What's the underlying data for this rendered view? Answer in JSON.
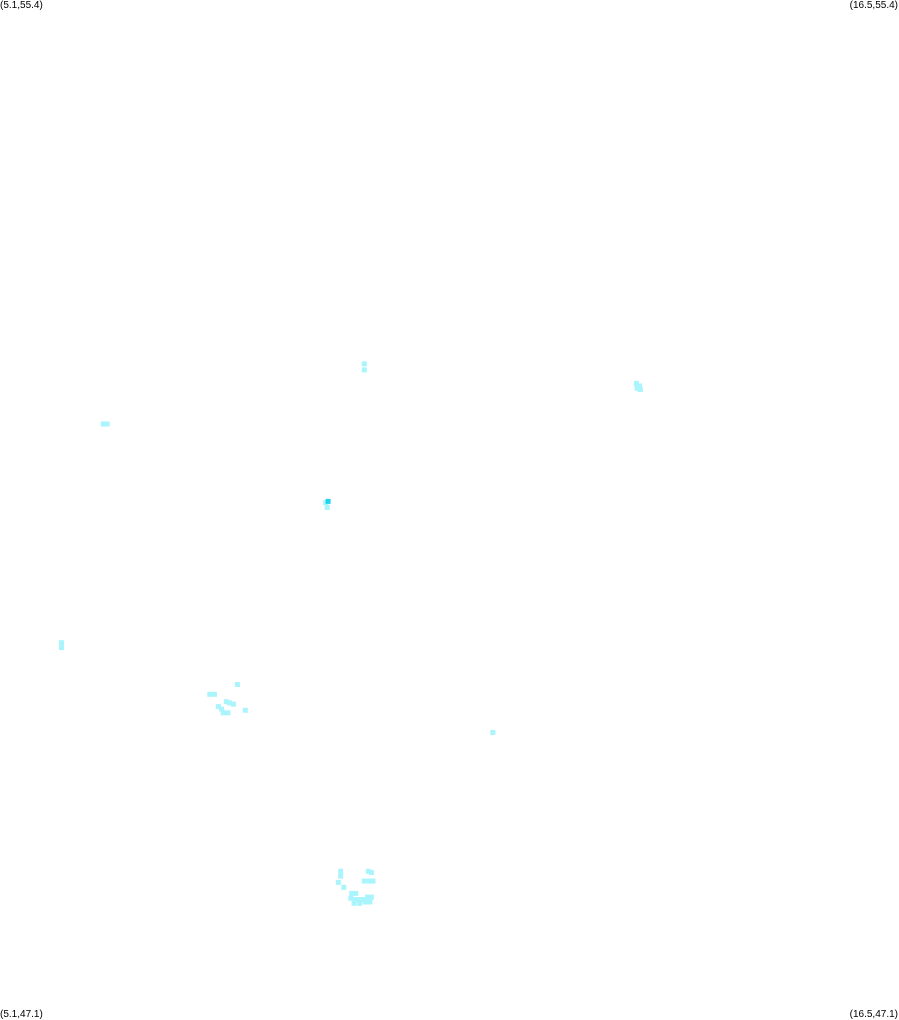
{
  "corners": {
    "top_left": "(5.1,55.4)",
    "top_right": "(16.5,55.4)",
    "bottom_left": "(5.1,47.1)",
    "bottom_right": "(16.5,47.1)"
  },
  "bounds": {
    "lon_min": 5.1,
    "lon_max": 16.5,
    "lat_min": 47.1,
    "lat_max": 55.4
  },
  "colors": {
    "point_light": "#aaf4fc",
    "point_dark": "#22d3ee",
    "background": "#ffffff"
  },
  "points": [
    {
      "lon": 9.72,
      "lat": 52.44
    },
    {
      "lon": 9.72,
      "lat": 52.39
    },
    {
      "lon": 13.17,
      "lat": 52.28
    },
    {
      "lon": 13.21,
      "lat": 52.26
    },
    {
      "lon": 13.18,
      "lat": 52.24
    },
    {
      "lon": 13.22,
      "lat": 52.23
    },
    {
      "lon": 6.41,
      "lat": 51.95
    },
    {
      "lon": 6.46,
      "lat": 51.95
    },
    {
      "lon": 9.23,
      "lat": 51.31
    },
    {
      "lon": 9.26,
      "lat": 51.32,
      "intensity": "dark"
    },
    {
      "lon": 9.25,
      "lat": 51.27
    },
    {
      "lon": 5.88,
      "lat": 50.17
    },
    {
      "lon": 5.88,
      "lat": 50.13
    },
    {
      "lon": 8.11,
      "lat": 49.83
    },
    {
      "lon": 7.76,
      "lat": 49.75
    },
    {
      "lon": 7.82,
      "lat": 49.75
    },
    {
      "lon": 7.97,
      "lat": 49.69
    },
    {
      "lon": 8.01,
      "lat": 49.68
    },
    {
      "lon": 8.06,
      "lat": 49.67
    },
    {
      "lon": 7.87,
      "lat": 49.65
    },
    {
      "lon": 7.91,
      "lat": 49.63
    },
    {
      "lon": 8.21,
      "lat": 49.62
    },
    {
      "lon": 7.93,
      "lat": 49.6
    },
    {
      "lon": 7.99,
      "lat": 49.6
    },
    {
      "lon": 11.35,
      "lat": 49.44
    },
    {
      "lon": 9.42,
      "lat": 48.31
    },
    {
      "lon": 9.42,
      "lat": 48.27
    },
    {
      "lon": 9.39,
      "lat": 48.22
    },
    {
      "lon": 9.46,
      "lat": 48.18
    },
    {
      "lon": 9.77,
      "lat": 48.31
    },
    {
      "lon": 9.81,
      "lat": 48.3
    },
    {
      "lon": 9.72,
      "lat": 48.23
    },
    {
      "lon": 9.78,
      "lat": 48.23
    },
    {
      "lon": 9.83,
      "lat": 48.23
    },
    {
      "lon": 9.56,
      "lat": 48.13
    },
    {
      "lon": 9.61,
      "lat": 48.13
    },
    {
      "lon": 9.55,
      "lat": 48.09
    },
    {
      "lon": 9.61,
      "lat": 48.08
    },
    {
      "lon": 9.66,
      "lat": 48.08
    },
    {
      "lon": 9.71,
      "lat": 48.08
    },
    {
      "lon": 9.76,
      "lat": 48.1
    },
    {
      "lon": 9.81,
      "lat": 48.1
    },
    {
      "lon": 9.59,
      "lat": 48.05
    },
    {
      "lon": 9.66,
      "lat": 48.05
    },
    {
      "lon": 9.73,
      "lat": 48.06
    },
    {
      "lon": 9.79,
      "lat": 48.06
    }
  ]
}
